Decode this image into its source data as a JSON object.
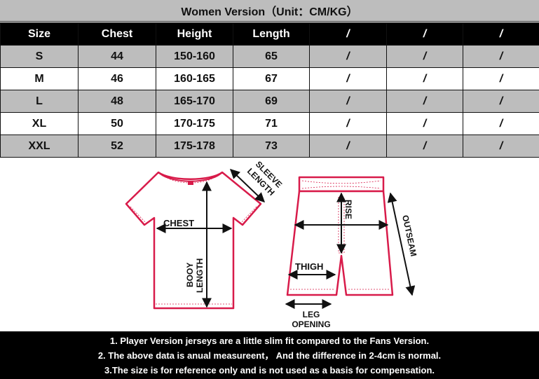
{
  "title": "Women Version（Unit：CM/KG）",
  "table": {
    "headers": [
      "Size",
      "Chest",
      "Height",
      "Length",
      "/",
      "/",
      "/"
    ],
    "rows": [
      [
        "S",
        "44",
        "150-160",
        "65",
        "/",
        "/",
        "/"
      ],
      [
        "M",
        "46",
        "160-165",
        "67",
        "/",
        "/",
        "/"
      ],
      [
        "L",
        "48",
        "165-170",
        "69",
        "/",
        "/",
        "/"
      ],
      [
        "XL",
        "50",
        "170-175",
        "71",
        "/",
        "/",
        "/"
      ],
      [
        "XXL",
        "52",
        "175-178",
        "73",
        "/",
        "/",
        "/"
      ]
    ]
  },
  "diagram": {
    "chest": "CHEST",
    "sleeve_1": "SLEEVE",
    "sleeve_2": "LENGTH",
    "body_1": "BOOY",
    "body_2": "LENGTH",
    "rise": "RISE",
    "outseam": "OUTSEAM",
    "thigh": "THIGH",
    "leg_1": "LEG",
    "leg_2": "OPENING"
  },
  "colors": {
    "outline": "#d81b4a",
    "header_bg": "#000000",
    "stripe": "#bdbdbd"
  },
  "notes": [
    "1. Player Version jerseys are a little slim fit compared to the Fans Version.",
    "2. The above data is anual measureent，  And the difference in 2-4cm is normal.",
    "3.The size is for reference only and is not used as a basis for compensation."
  ]
}
